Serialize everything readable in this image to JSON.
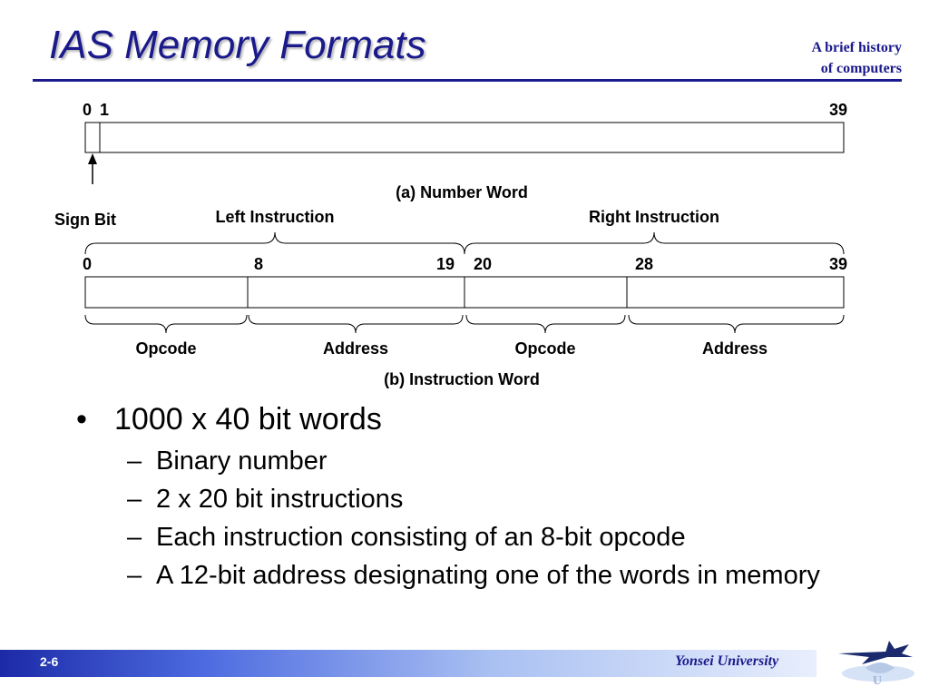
{
  "slide": {
    "title": "IAS Memory Formats",
    "subtitle_line1": "A brief history",
    "subtitle_line2": "of computers"
  },
  "diagram": {
    "number_word": {
      "bit_labels": [
        "0",
        "1",
        "39"
      ],
      "caption": "(a) Number Word",
      "sign_bit_label": "Sign Bit"
    },
    "instruction_word": {
      "left_instruction_label": "Left Instruction",
      "right_instruction_label": "Right Instruction",
      "bit_labels": [
        "0",
        "8",
        "19",
        "20",
        "28",
        "39"
      ],
      "fields": [
        "Opcode",
        "Address",
        "Opcode",
        "Address"
      ],
      "caption": "(b) Instruction Word"
    }
  },
  "bullets": [
    {
      "text": "1000 x 40 bit words",
      "children": [
        "Binary number",
        "2 x 20 bit instructions",
        "Each instruction consisting of an 8-bit opcode",
        "A 12-bit address designating one of the words in memory"
      ]
    }
  ],
  "footer": {
    "page_number": "2-6",
    "university": "Yonsei University"
  },
  "colors": {
    "title": "#1a1a8c",
    "footer_bar_start": "#1c2aa8",
    "footer_bar_end": "#e8eefc"
  }
}
